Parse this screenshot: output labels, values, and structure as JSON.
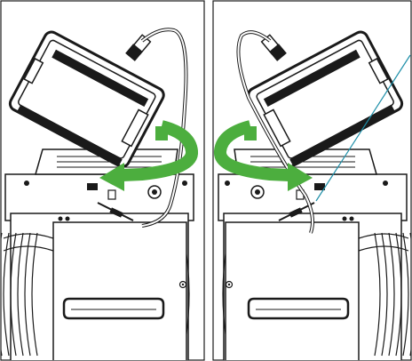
{
  "colors": {
    "line": "#1a1a1a",
    "fill_dark": "#222222",
    "fill_light": "#ffffff",
    "arrow_green": "#4cae3e",
    "callout": "#1e8fa8"
  },
  "panels": [
    {
      "rotation": "clockwise",
      "cable": "right"
    },
    {
      "rotation": "counterclockwise",
      "cable": "left"
    }
  ]
}
